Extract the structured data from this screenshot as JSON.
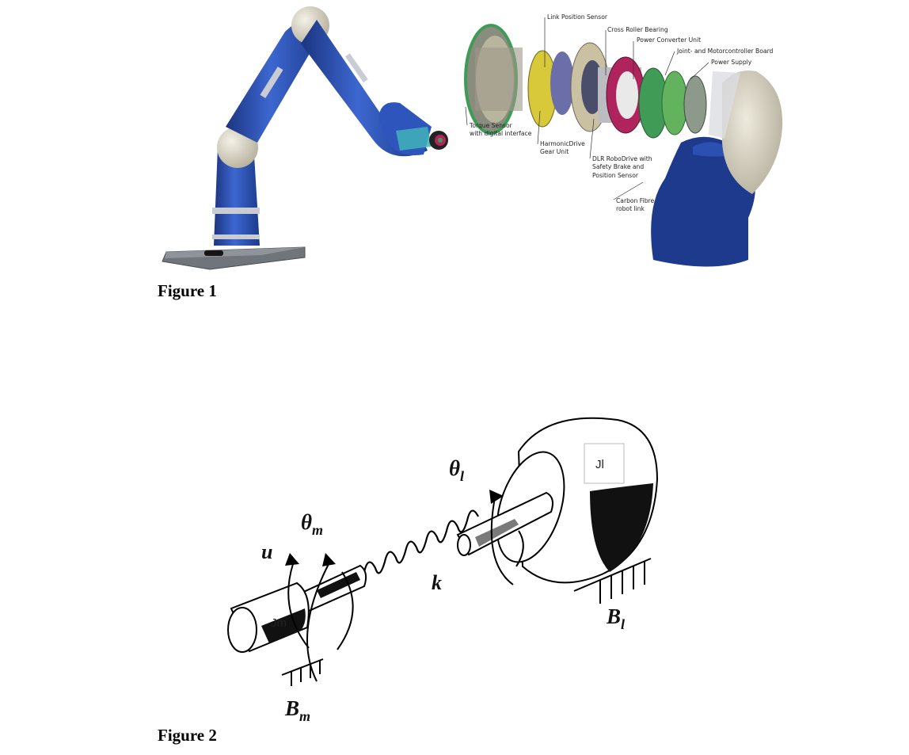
{
  "figure1": {
    "caption": "Figure 1",
    "callouts": {
      "link_position_sensor": "Link Position Sensor",
      "cross_roller_bearing": "Cross Roller Bearing",
      "power_converter_unit": "Power Converter Unit",
      "joint_motor_board": "Joint- and Motorcontroller Board",
      "power_supply": "Power Supply",
      "torque_sensor_1": "Torque Sensor",
      "torque_sensor_2": "with digital interface",
      "harmonic_drive_1": "HarmonicDrive",
      "harmonic_drive_2": "Gear Unit",
      "robodrive_1": "DLR RoboDrive with",
      "robodrive_2": "Safety Brake and",
      "robodrive_3": "Position Sensor",
      "carbon_1": "Carbon Fibre",
      "carbon_2": "robot link"
    },
    "colors": {
      "arm_blue": "#2a4fb0",
      "joint_cream": "#d8d3c2",
      "base_gray": "#7d8288",
      "board_green": "#3f9b55",
      "motor_magenta": "#b0245e"
    }
  },
  "figure2": {
    "caption": "Figure 2",
    "labels": {
      "theta_l": "θ",
      "theta_l_sub": "l",
      "theta_m": "θ",
      "theta_m_sub": "m",
      "u": "u",
      "k": "k",
      "jl": "Jl",
      "jm": "Jm",
      "b_l": "B",
      "b_l_sub": "l",
      "b_m": "B",
      "b_m_sub": "m"
    }
  }
}
